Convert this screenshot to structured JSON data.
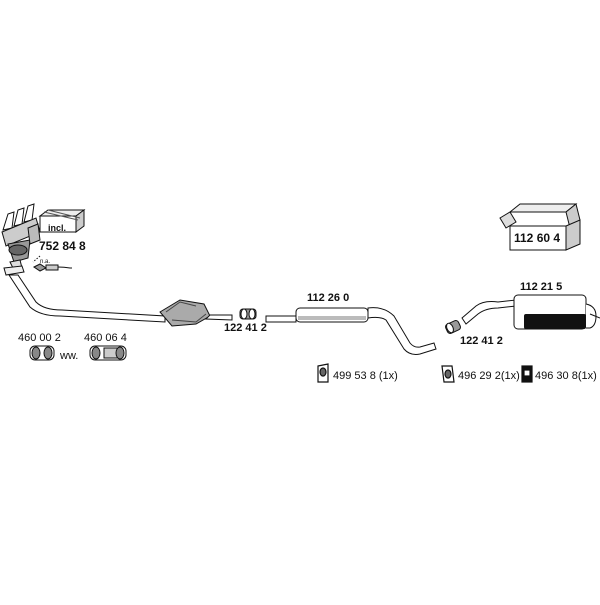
{
  "parts": {
    "manifold_part": "752 84 8",
    "incl_label": "incl.",
    "na_label": "n.a.",
    "adapter_a_part": "460 00 2",
    "adapter_b_part": "460 06 4",
    "ww_label": "ww.",
    "clamp_front_part": "122 41 2",
    "middle_silencer_part": "112 26 0",
    "clamp_rear_part": "122 41 2",
    "mount_a": "499 53 8 (1x)",
    "mount_b": "496 29 2(1x)",
    "mount_c": "496 30 8(1x)",
    "rear_silencer_part": "112 21 5",
    "kit_part": "112 60 4"
  }
}
